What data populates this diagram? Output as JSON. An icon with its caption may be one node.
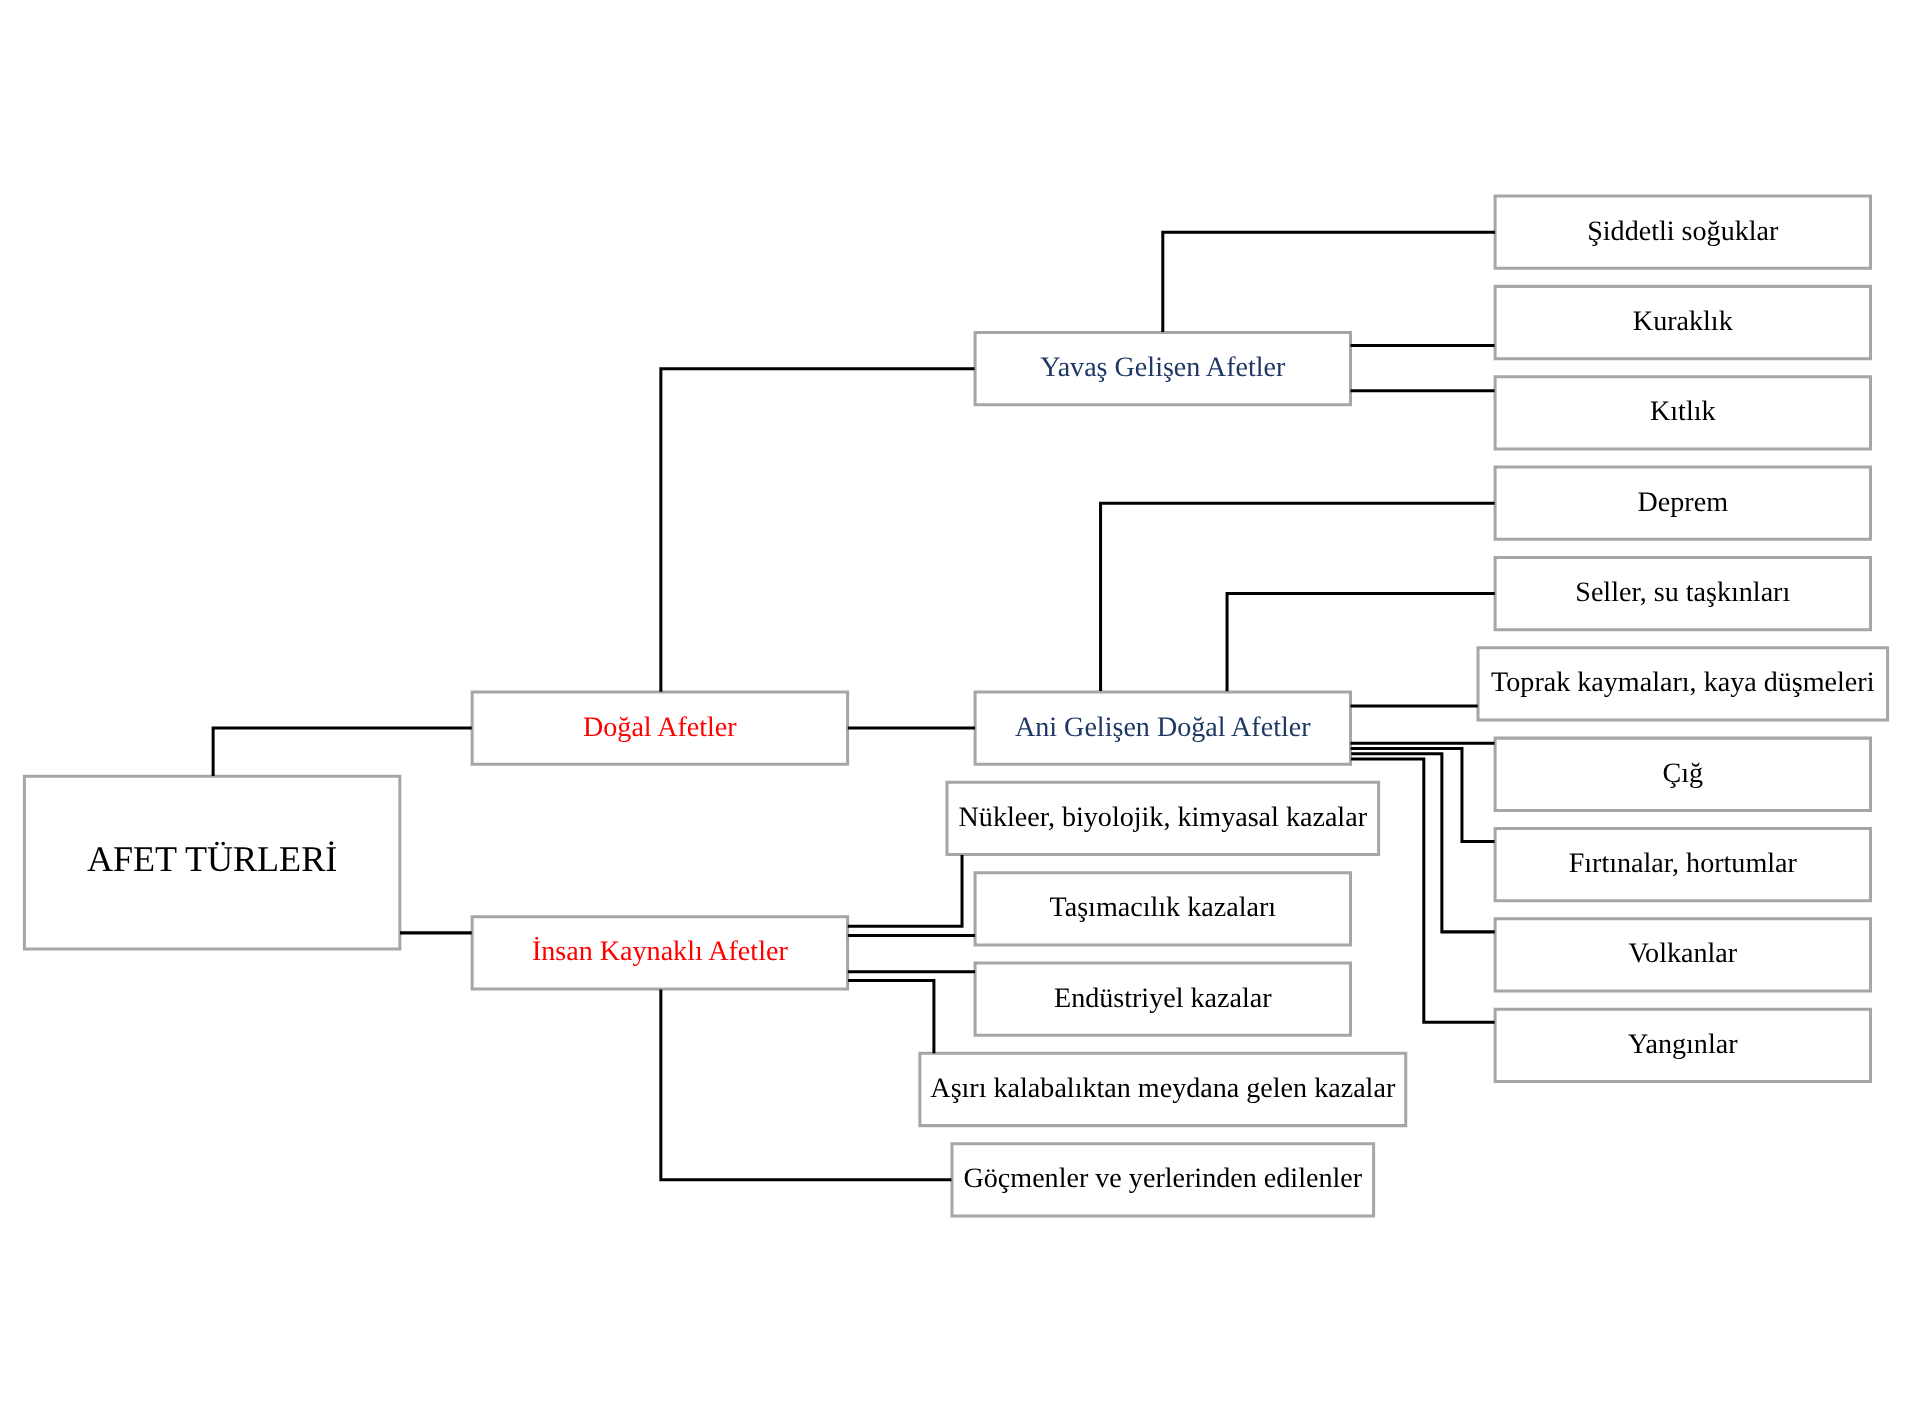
{
  "diagram": {
    "nodes": [
      {
        "text": [
          "AFET TÜRLERİ"
        ]
      },
      {
        "text": [
          "Doğal Afetler"
        ]
      },
      {
        "text": [
          "İnsan Kaynaklı Afetler"
        ]
      },
      {
        "text": [
          "Yavaş Gelişen Afetler"
        ]
      },
      {
        "text": [
          "Ani Gelişen Doğal Afetler"
        ]
      },
      {
        "text": [
          "Şiddetli soğuklar"
        ]
      },
      {
        "text": [
          "Kuraklık"
        ]
      },
      {
        "text": [
          "Kıtlık"
        ]
      },
      {
        "text": [
          "Deprem"
        ]
      },
      {
        "text": [
          "Seller, su taşkınları"
        ]
      },
      {
        "text": [
          "Toprak kaymaları, kaya düşmeleri"
        ]
      },
      {
        "text": [
          "Çığ"
        ]
      },
      {
        "text": [
          "Fırtınalar, hortumlar"
        ]
      },
      {
        "text": [
          "Volkanlar"
        ]
      },
      {
        "text": [
          "Yangınlar"
        ]
      },
      {
        "text": [
          "Nükleer, biyolojik, kimyasal kazalar"
        ]
      },
      {
        "text": [
          "Taşımacılık kazaları"
        ]
      },
      {
        "text": [
          "Endüstriyel kazalar"
        ]
      },
      {
        "text": [
          "Aşırı kalabalıktan meydana gelen kazalar"
        ]
      },
      {
        "text": [
          "Göçmenler ve yerlerinden edilenler"
        ]
      }
    ],
    "edges": [
      {
        "from": 0,
        "to": 1,
        "arrow": "none"
      },
      {
        "from": 0,
        "to": 2,
        "arrow": "none"
      },
      {
        "from": 1,
        "to": 3,
        "arrow": "none"
      },
      {
        "from": 1,
        "to": 4,
        "arrow": "none"
      },
      {
        "from": 3,
        "to": 5,
        "arrow": "none"
      },
      {
        "from": 3,
        "to": 6,
        "arrow": "none"
      },
      {
        "from": 3,
        "to": 7,
        "arrow": "none"
      },
      {
        "from": 4,
        "to": 8,
        "arrow": "none"
      },
      {
        "from": 4,
        "to": 9,
        "arrow": "none"
      },
      {
        "from": 4,
        "to": 10,
        "arrow": "none"
      },
      {
        "from": 4,
        "to": 11,
        "arrow": "none"
      },
      {
        "from": 4,
        "to": 12,
        "arrow": "none"
      },
      {
        "from": 4,
        "to": 13,
        "arrow": "none"
      },
      {
        "from": 4,
        "to": 14,
        "arrow": "none"
      },
      {
        "from": 2,
        "to": 15,
        "arrow": "none"
      },
      {
        "from": 2,
        "to": 16,
        "arrow": "none"
      },
      {
        "from": 2,
        "to": 17,
        "arrow": "none"
      },
      {
        "from": 2,
        "to": 18,
        "arrow": "none"
      },
      {
        "from": 2,
        "to": 19,
        "arrow": "none"
      }
    ]
  }
}
